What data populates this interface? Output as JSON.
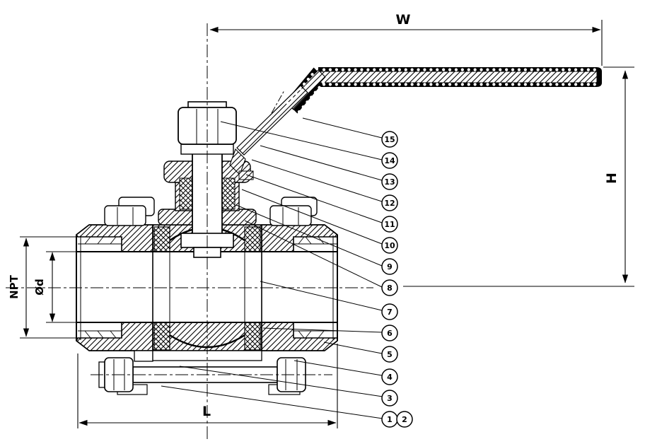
{
  "labels": {
    "width": "W",
    "height": "H",
    "length": "L",
    "thread": "NPT",
    "bore_diameter": "Ød"
  },
  "callouts": [
    "1",
    "2",
    "3",
    "4",
    "5",
    "6",
    "7",
    "8",
    "9",
    "10",
    "11",
    "12",
    "13",
    "14",
    "15"
  ],
  "colors": {
    "line": "#000000",
    "background": "#ffffff"
  }
}
